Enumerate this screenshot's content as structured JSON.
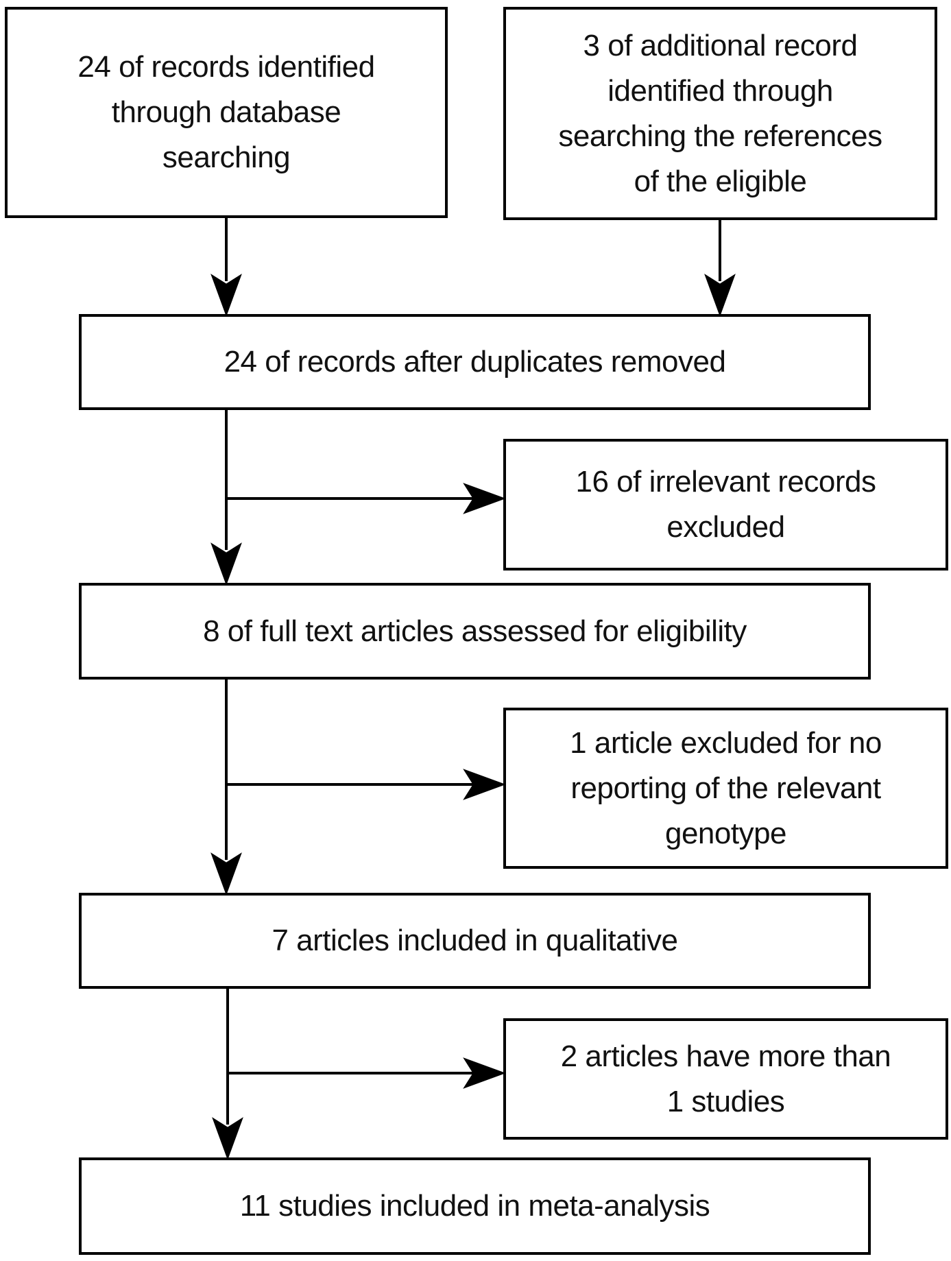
{
  "flowchart": {
    "boxes": {
      "identified_database": {
        "text": "24 of records identified\nthrough database\nsearching"
      },
      "identified_references": {
        "text": "3 of additional record\nidentified through\nsearching the references\nof the eligible"
      },
      "duplicates_removed": {
        "text": "24 of records after duplicates removed"
      },
      "irrelevant_excluded": {
        "text": "16 of irrelevant records\nexcluded"
      },
      "fulltext_assessed": {
        "text": "8 of full text articles assessed for eligibility"
      },
      "excluded_genotype": {
        "text": "1 article excluded for no\nreporting of the relevant\ngenotype"
      },
      "qualitative_included": {
        "text": "7 articles included in qualitative"
      },
      "more_than_one_study": {
        "text": "2 articles have more than\n1 studies"
      },
      "meta_analysis": {
        "text": "11 studies included in meta-analysis"
      }
    },
    "edges": [
      {
        "from": "identified_database",
        "to": "duplicates_removed"
      },
      {
        "from": "identified_references",
        "to": "duplicates_removed"
      },
      {
        "from": "duplicates_removed",
        "to": "fulltext_assessed"
      },
      {
        "from": "duplicates_removed",
        "to": "irrelevant_excluded"
      },
      {
        "from": "fulltext_assessed",
        "to": "qualitative_included"
      },
      {
        "from": "fulltext_assessed",
        "to": "excluded_genotype"
      },
      {
        "from": "qualitative_included",
        "to": "meta_analysis"
      },
      {
        "from": "qualitative_included",
        "to": "more_than_one_study"
      }
    ],
    "colors": {
      "line": "#000000",
      "background": "#ffffff",
      "text": "#111111"
    }
  }
}
